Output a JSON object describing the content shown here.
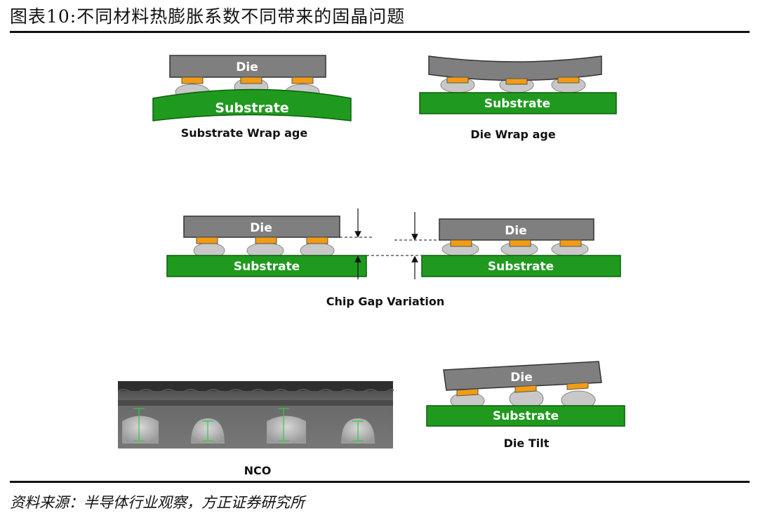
{
  "header": {
    "title": "图表10:不同材料热膨胀系数不同带来的固晶问题"
  },
  "footer": {
    "source": "资料来源：半导体行业观察，方正证券研究所"
  },
  "colors": {
    "die": "#7f7f7f",
    "bump": "#f39c12",
    "ball": "#c8c8c8",
    "substrate": "#1f9a1f"
  },
  "labels": {
    "die": "Die",
    "substrate": "Substrate"
  },
  "panels": {
    "substrate_warpage": {
      "caption": "Substrate Wrap age"
    },
    "die_warpage": {
      "caption": "Die Wrap age"
    },
    "chip_gap": {
      "caption": "Chip Gap Variation"
    },
    "nco": {
      "caption": "NCO"
    },
    "die_tilt": {
      "caption": "Die Tilt"
    }
  }
}
